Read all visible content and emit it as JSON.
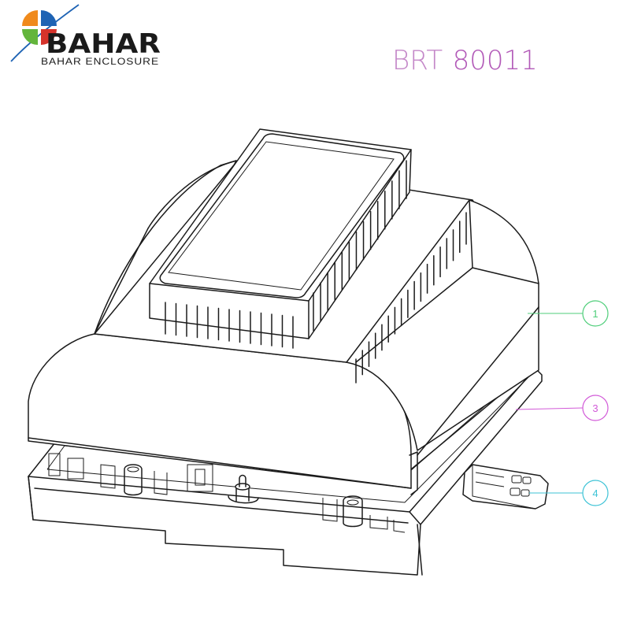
{
  "logo": {
    "wordmark": "BAHAR",
    "tagline": "BAHAR ENCLOSURE",
    "colors": {
      "orange": "#f08a1c",
      "blue": "#1e63b4",
      "green": "#63b53c",
      "red": "#d6332b",
      "swoosh": "#1e63b4"
    }
  },
  "model": {
    "prefix": "BRT",
    "number": "80011"
  },
  "callouts": [
    {
      "label": "1",
      "color": "#4fce7a"
    },
    {
      "label": "3",
      "color": "#d25ad8"
    },
    {
      "label": "4",
      "color": "#3ec3d6"
    }
  ]
}
